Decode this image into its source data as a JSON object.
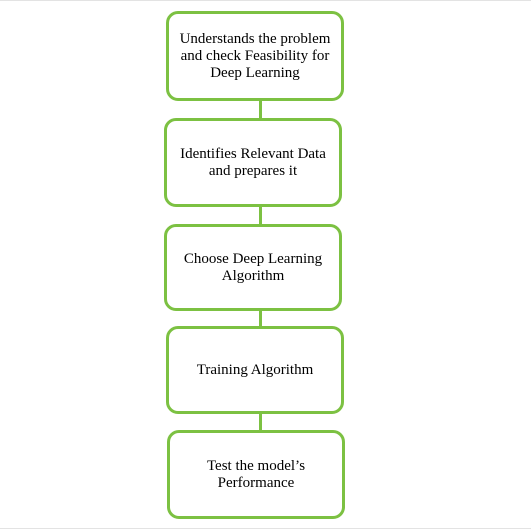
{
  "colors": {
    "box_border": "#7cc142",
    "connector": "#7cc142",
    "text": "#000000"
  },
  "flowchart": {
    "steps": [
      {
        "label": "Understands the problem and check Feasibility for Deep Learning"
      },
      {
        "label": "Identifies Relevant Data and prepares it"
      },
      {
        "label": "Choose Deep Learning Algorithm"
      },
      {
        "label": "Training Algorithm"
      },
      {
        "label": "Test the model’s Performance"
      }
    ]
  }
}
